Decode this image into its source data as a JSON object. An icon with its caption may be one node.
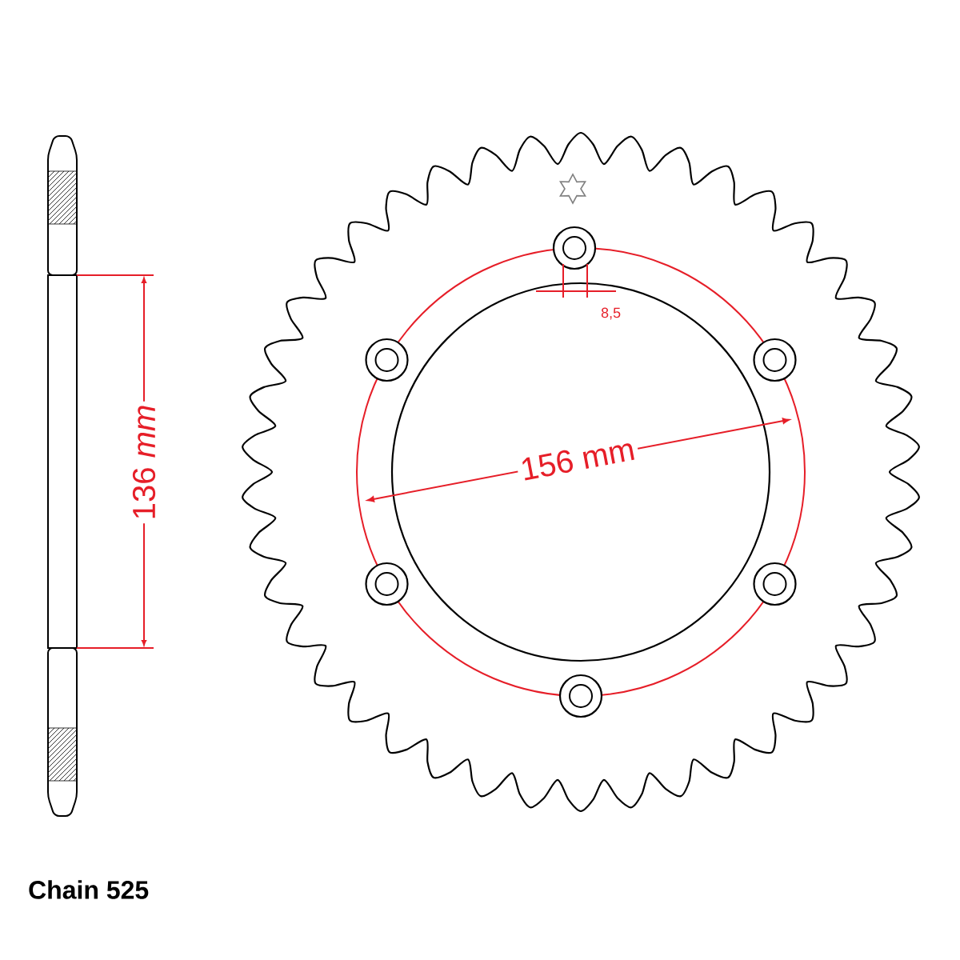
{
  "diagram": {
    "labels": [
      "8,5",
      "156 mm",
      "136 *mm*",
      "Chain 525"
    ]
  }
}
